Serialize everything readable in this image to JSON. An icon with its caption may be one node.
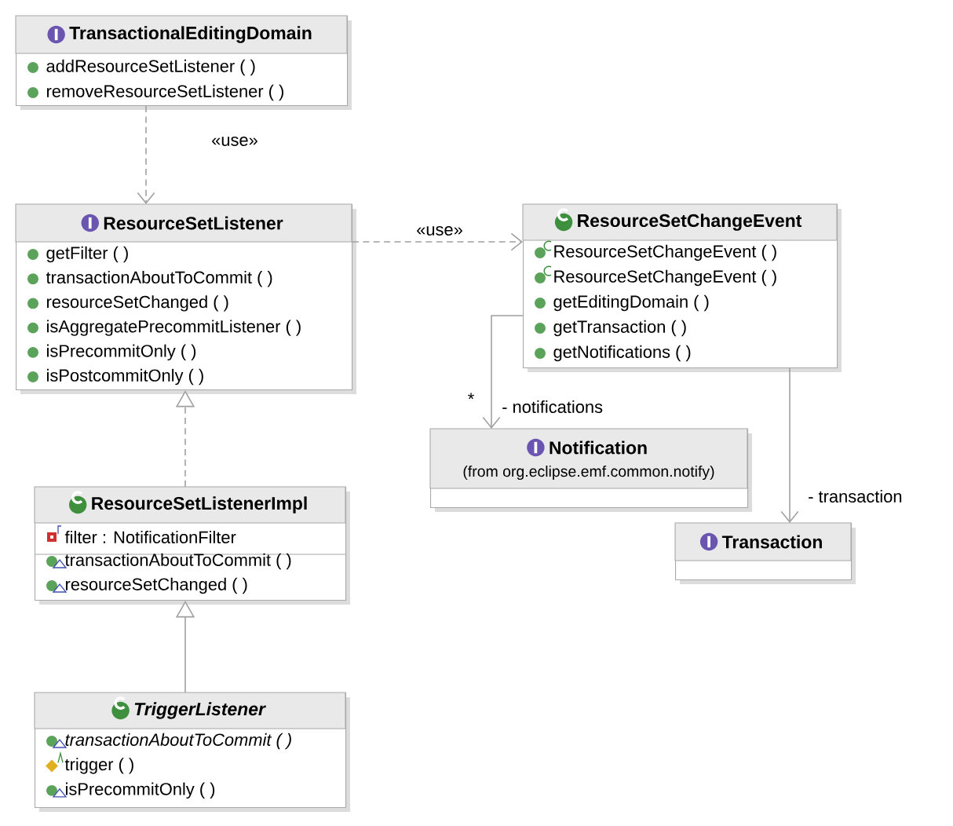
{
  "diagram": {
    "nodes": [
      {
        "text": [
          "TransactionalEditingDomain",
          "addResourceSetListener ( )",
          "removeResourceSetListener ( )"
        ]
      },
      {
        "text": [
          "ResourceSetListener",
          "getFilter ( )",
          "transactionAboutToCommit ( )",
          "resourceSetChanged ( )",
          "isAggregatePrecommitListener ( )",
          "isPrecommitOnly ( )",
          "isPostcommitOnly ( )"
        ]
      },
      {
        "text": [
          "ResourceSetChangeEvent",
          "ResourceSetChangeEvent ( )",
          "ResourceSetChangeEvent ( )",
          "getEditingDomain ( )",
          "getTransaction ( )",
          "getNotifications ( )"
        ]
      },
      {
        "text": [
          "Notification",
          "(from org.eclipse.emf.common.notify)"
        ]
      },
      {
        "text": [
          "Transaction"
        ]
      },
      {
        "text": [
          "ResourceSetListenerImpl",
          "filter : NotificationFilter",
          "transactionAboutToCommit ( )",
          "resourceSetChanged ( )"
        ]
      },
      {
        "text": [
          "TriggerListener",
          "transactionAboutToCommit ( )",
          "trigger ( )",
          "isPrecommitOnly ( )"
        ]
      }
    ],
    "edges": [
      {
        "from": 0,
        "to": 1,
        "arrow": "to",
        "style": "dashed",
        "label": "«use»"
      },
      {
        "from": 1,
        "to": 2,
        "arrow": "to",
        "style": "dashed",
        "label": "«use»"
      },
      {
        "from": 2,
        "to": 3,
        "arrow": "to",
        "label": "- notifications"
      },
      {
        "from": 2,
        "to": 4,
        "arrow": "to",
        "label": "- transaction"
      },
      {
        "from": 5,
        "to": 1,
        "arrow": "to",
        "style": "dashed"
      },
      {
        "from": 6,
        "to": 5,
        "arrow": "to"
      }
    ],
    "labels": [
      "*"
    ]
  }
}
